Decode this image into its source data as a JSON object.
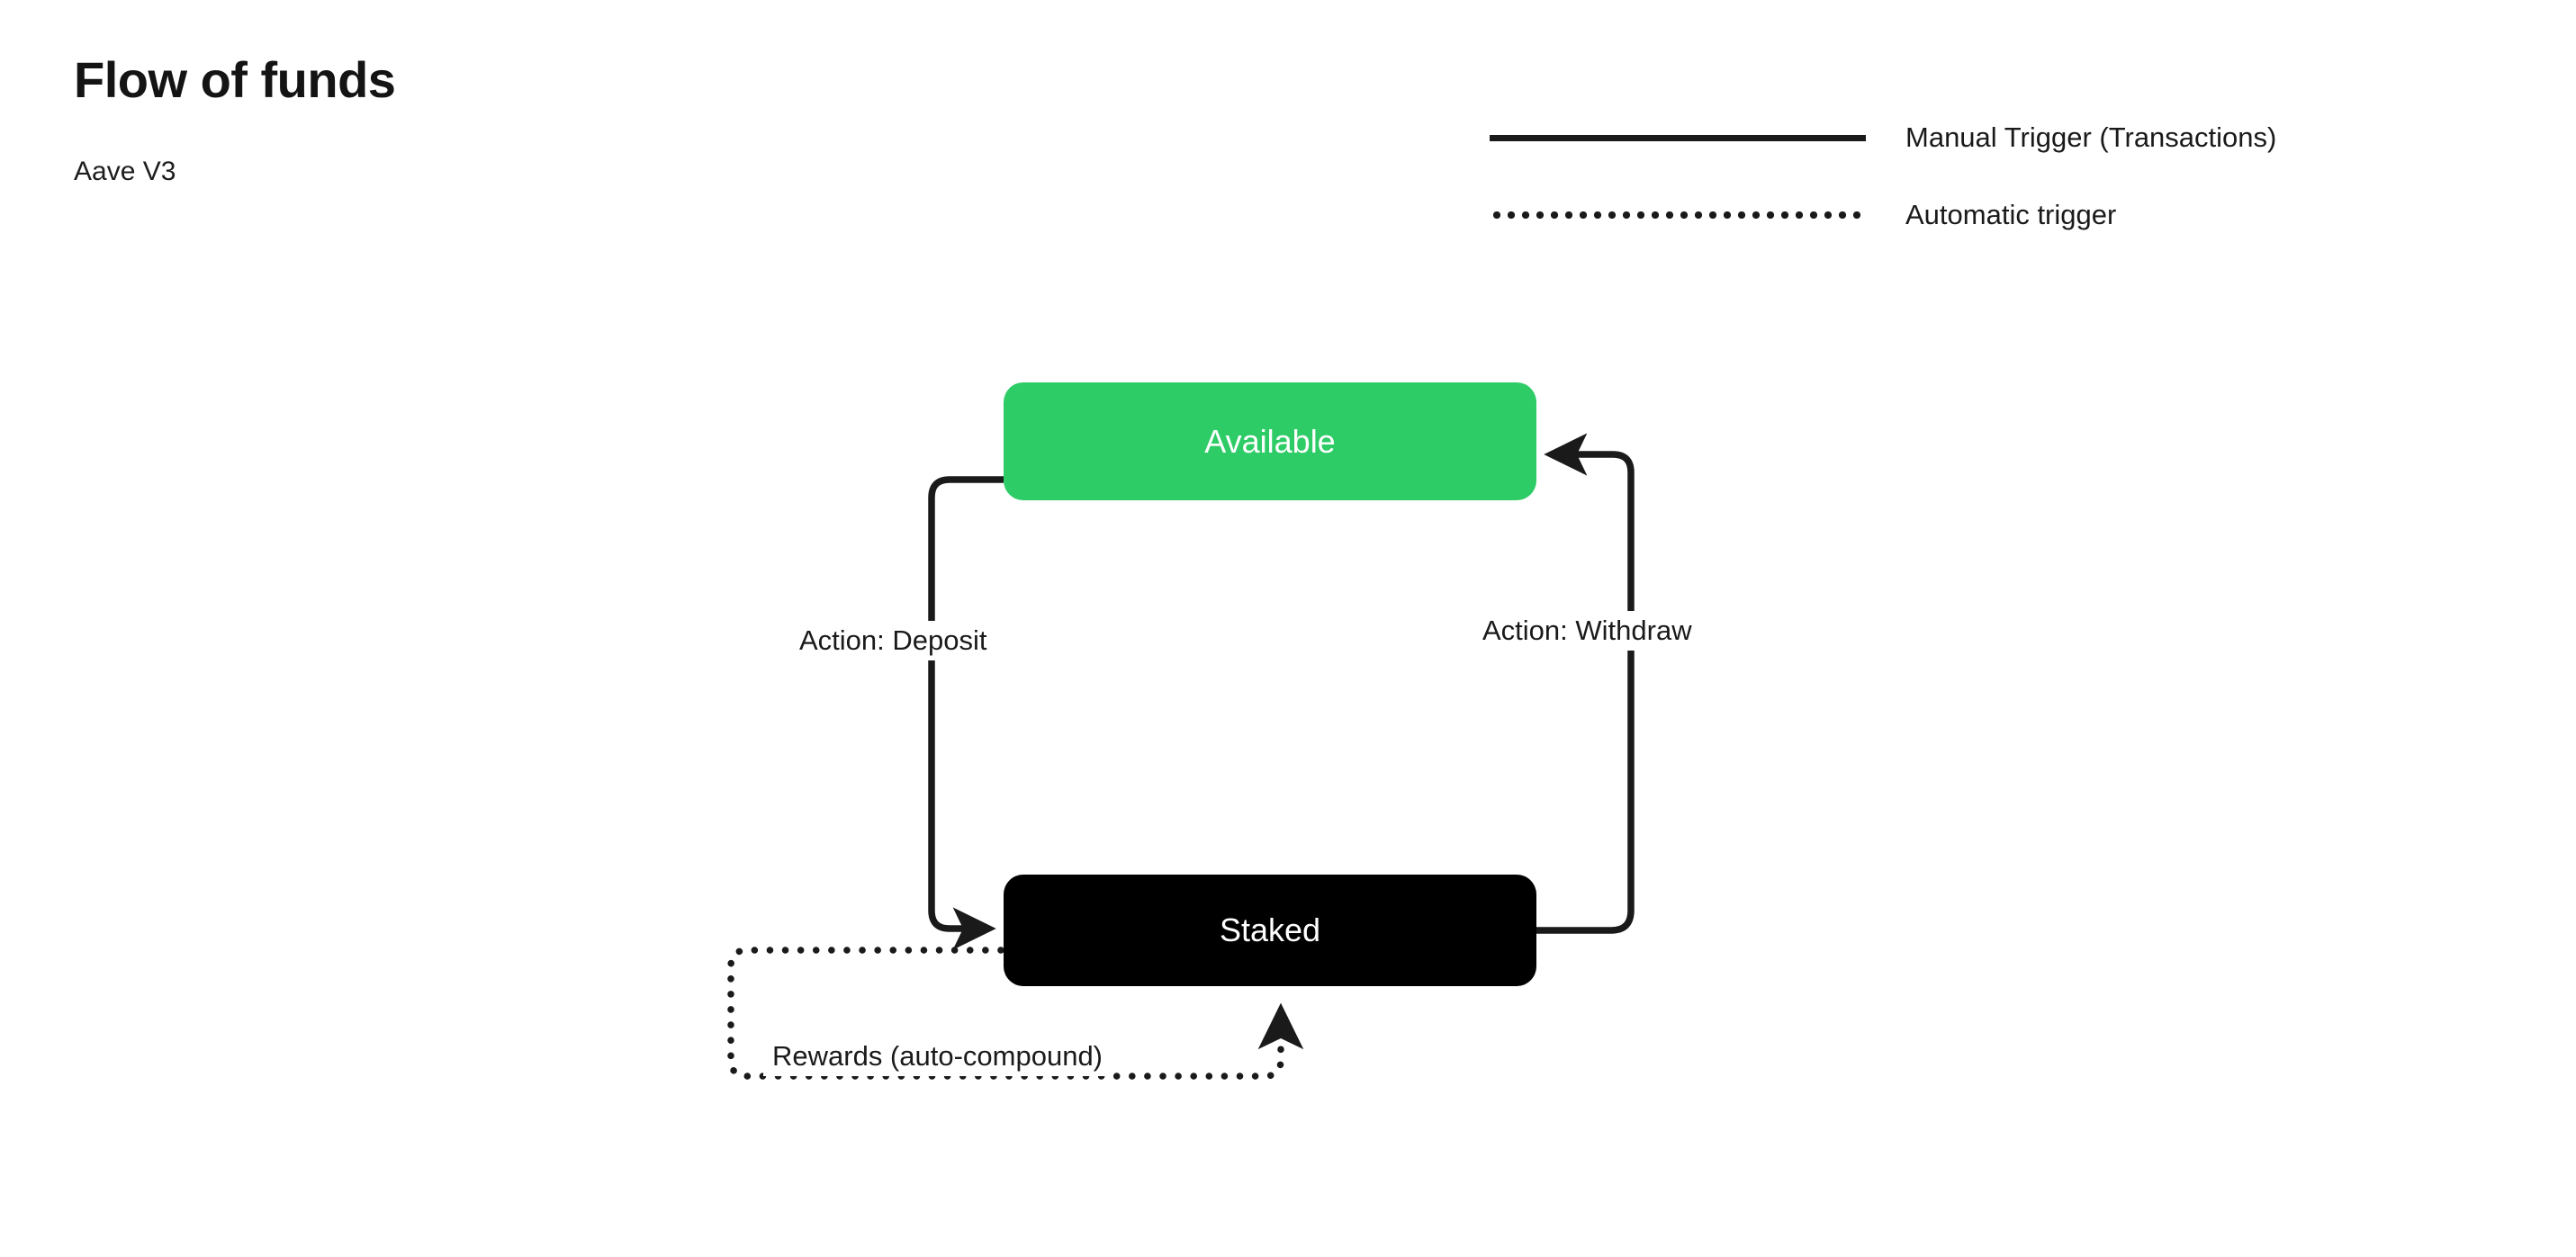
{
  "header": {
    "title": "Flow of funds",
    "subtitle": "Aave V3"
  },
  "legend": {
    "items": [
      {
        "label": "Manual Trigger (Transactions)",
        "style": "solid",
        "color": "#1a1a1a"
      },
      {
        "label": "Automatic trigger",
        "style": "dotted",
        "color": "#1a1a1a"
      }
    ]
  },
  "diagram": {
    "type": "state-flow",
    "nodes": [
      {
        "id": "available",
        "label": "Available",
        "fill": "#2ecc66",
        "text_color": "#ffffff"
      },
      {
        "id": "staked",
        "label": "Staked",
        "fill": "#000000",
        "text_color": "#ffffff"
      }
    ],
    "edges": [
      {
        "id": "deposit",
        "label": "Action: Deposit",
        "from": "available",
        "to": "staked",
        "style": "solid",
        "arrow": true
      },
      {
        "id": "withdraw",
        "label": "Action: Withdraw",
        "from": "staked",
        "to": "available",
        "style": "solid",
        "arrow": true
      },
      {
        "id": "rewards",
        "label": "Rewards (auto-compound)",
        "from": "staked",
        "to": "staked",
        "style": "dotted",
        "arrow": true
      }
    ]
  },
  "colors": {
    "background": "#ffffff",
    "accent_green": "#2ecc66",
    "ink": "#1a1a1a"
  }
}
